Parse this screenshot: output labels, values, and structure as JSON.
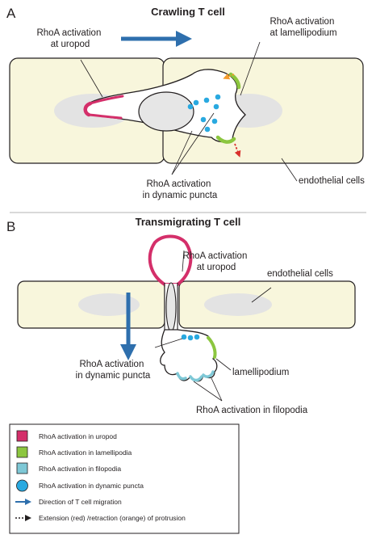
{
  "panel_a": {
    "letter": "A",
    "title": "Crawling T cell",
    "label_uropod": [
      "RhoA activation",
      "at uropod"
    ],
    "label_lamellipodium": [
      "RhoA activation",
      "at lamellipodium"
    ],
    "label_puncta": [
      "RhoA activation",
      "in dynamic puncta"
    ],
    "label_endothelial": "endothelial cells"
  },
  "panel_b": {
    "letter": "B",
    "title": "Transmigrating T cell",
    "label_uropod": [
      "RhoA activation",
      "at uropod"
    ],
    "label_endothelial": "endothelial cells",
    "label_puncta": [
      "RhoA activation",
      "in dynamic puncta"
    ],
    "label_lamellipodium": "lamellipodium",
    "label_filopodia": "RhoA activation in filopodia"
  },
  "legend": {
    "items": [
      "RhoA activation in uropod",
      "RhoA activation in lamellipodia",
      "RhoA activation in filopodia",
      "RhoA activation in dynamic puncta",
      "Direction of T cell migration",
      "Extension (red) /retraction (orange) of protrusion"
    ]
  },
  "colors": {
    "uropod": "#d42f6a",
    "lamellipodia": "#8cc63f",
    "filopodia": "#7ec8d6",
    "puncta": "#29a9e0",
    "migration_arrow": "#2e6fad",
    "extension": "#d9302c",
    "retraction": "#f39c2d",
    "endothelial_fill": "#f8f6dc",
    "nucleus_fill": "#e6e6e6"
  }
}
